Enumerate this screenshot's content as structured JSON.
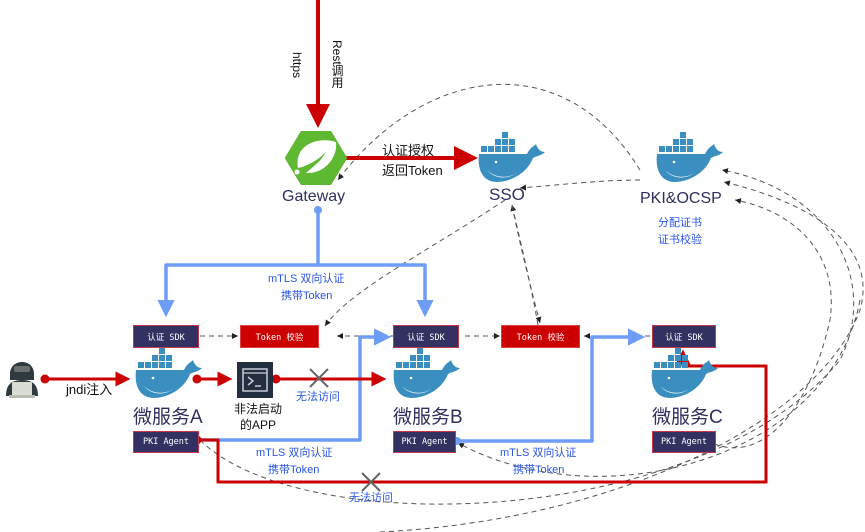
{
  "top_entry": {
    "rest_label": "Rest调用",
    "https_label": "https"
  },
  "gateway": {
    "name": "Gateway",
    "icon": "spring-leaf-icon",
    "sso_arrow_label_1": "认证授权",
    "sso_arrow_label_2": "返回Token"
  },
  "sso": {
    "name": "SSO",
    "icon": "docker-whale-icon"
  },
  "pki": {
    "name": "PKI&OCSP",
    "icon": "docker-whale-icon",
    "desc_1": "分配证书",
    "desc_2": "证书校验"
  },
  "mtls_labels": {
    "gateway_to_sdk_1": "mTLS 双向认证",
    "gateway_to_sdk_2": "携带Token",
    "a_to_b_1": "mTLS 双向认证",
    "a_to_b_2": "携带Token",
    "b_to_c_1": "mTLS 双向认证",
    "b_to_c_2": "携带Token"
  },
  "boxes": {
    "sdk_a": "认证 SDK",
    "token_check_1": "Token 校验",
    "sdk_b": "认证 SDK",
    "token_check_2": "Token 校验",
    "sdk_c": "认证 SDK",
    "pki_agent_a": "PKI Agent",
    "pki_agent_b": "PKI Agent",
    "pki_agent_c": "PKI Agent"
  },
  "services": {
    "a": "微服务A",
    "b": "微服务B",
    "c": "微服务C"
  },
  "attack": {
    "hacker_icon": "hacker-icon",
    "inject_label": "jndi注入",
    "illegal_app_1": "非法启动",
    "illegal_app_2": "的APP",
    "terminal_icon": "terminal-icon",
    "denied_label_1": "无法访问",
    "denied_label_2": "无法访问"
  },
  "colors": {
    "red_flow": "#cc0000",
    "blue_flow": "#6f9cf7",
    "box_dark": "#333062",
    "label_blue": "#2a55e6",
    "spring_green": "#5fb832",
    "docker_blue": "#3a8fc0"
  }
}
